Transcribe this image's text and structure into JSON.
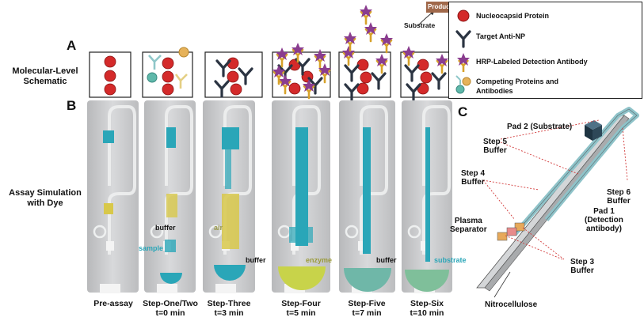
{
  "panels": {
    "A": "A",
    "B": "B",
    "C": "C"
  },
  "row_labels": {
    "molecular": [
      "Molecular-Level",
      "Schematic"
    ],
    "assay": [
      "Assay Simulation",
      "with Dye"
    ]
  },
  "legend": {
    "items": [
      {
        "label": "Nucleocapsid Protein",
        "icon": "red-circle-icon"
      },
      {
        "label": "Target Anti-NP",
        "icon": "y-antibody-icon"
      },
      {
        "label": "HRP-Labeled Detection Antibody",
        "icon": "hrp-star-icon"
      },
      {
        "label": "Competing Proteins and",
        "label2": "Antibodies",
        "icon": "competing-icon"
      }
    ]
  },
  "substrate_annotation": {
    "substrate": "Substrate",
    "product": "Product"
  },
  "steps": [
    {
      "name": "Pre-assay",
      "time": ""
    },
    {
      "name": "Step-One/Two",
      "time": "t=0 min"
    },
    {
      "name": "Step-Three",
      "time": "t=3 min"
    },
    {
      "name": "Step-Four",
      "time": "t=5 min"
    },
    {
      "name": "Step-Five",
      "time": "t=7 min"
    },
    {
      "name": "Step-Six",
      "time": "t=10 min"
    }
  ],
  "photo_annotations": {
    "buffer1": "buffer",
    "sample": "sample",
    "air": "air",
    "buffer2": "buffer",
    "enzyme": "enzyme",
    "buffer3": "buffer",
    "substrate": "substrate"
  },
  "device_labels": {
    "pad2": "Pad 2 (Substrate)",
    "step5": [
      "Step 5",
      "Buffer"
    ],
    "step4": [
      "Step 4",
      "Buffer"
    ],
    "step6": [
      "Step 6",
      "Buffer"
    ],
    "plasma": [
      "Plasma",
      "Separator"
    ],
    "pad1": [
      "Pad 1",
      "(Detection",
      "antibody)"
    ],
    "step3": [
      "Step 3",
      "Buffer"
    ],
    "nitro": "Nitrocellulose"
  },
  "colors": {
    "np_red": "#d42a2a",
    "antibody": "#2b3442",
    "hrp_star": "#8a3d8f",
    "hrp_arm": "#d7a22a",
    "dye_blue": "#2aa6b8",
    "dye_yellow": "#d8c84a",
    "product_box": "#a0684a"
  }
}
